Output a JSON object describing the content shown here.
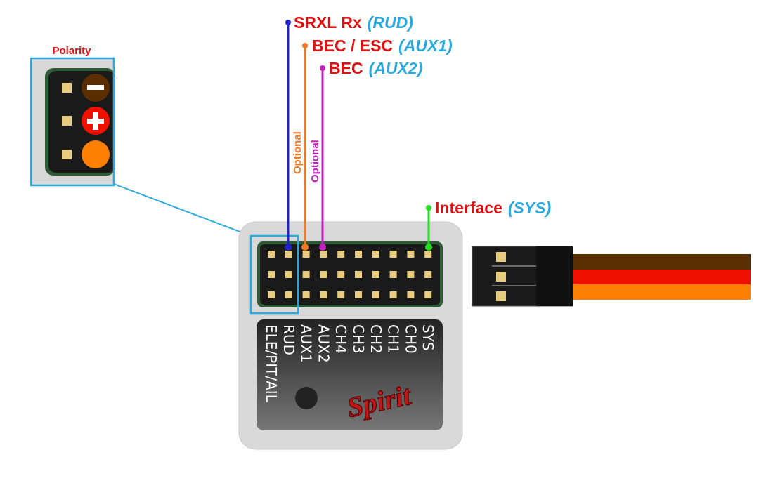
{
  "callouts": {
    "srxl": {
      "name": "SRXL Rx",
      "port": "(RUD)"
    },
    "bec_esc": {
      "name": "BEC / ESC",
      "port": "(AUX1)"
    },
    "bec": {
      "name": "BEC",
      "port": "(AUX2)"
    },
    "interface": {
      "name": "Interface",
      "port": "(SYS)"
    },
    "optional_aux1": "Optional",
    "optional_aux2": "Optional"
  },
  "polarity": {
    "title": "Polarity",
    "symbols": [
      "minus-icon",
      "plus-icon",
      "signal-dot"
    ]
  },
  "port_labels": [
    "ELE/PIT/AIL",
    "RUD",
    "AUX1",
    "AUX2",
    "CH4",
    "CH3",
    "CH2",
    "CH1",
    "CH0",
    "SYS"
  ],
  "logo": "Spirit",
  "colors": {
    "label_red": "#e01010",
    "port_blue": "#2aa8e0",
    "line_rud": "#2222cc",
    "line_aux1": "#f07820",
    "line_aux2": "#c020c0",
    "line_sys": "#22dd22",
    "callout": "#2aa8e0",
    "wire_brown": "#5a2e00",
    "wire_red": "#ee1100",
    "wire_orange": "#ff8000"
  }
}
